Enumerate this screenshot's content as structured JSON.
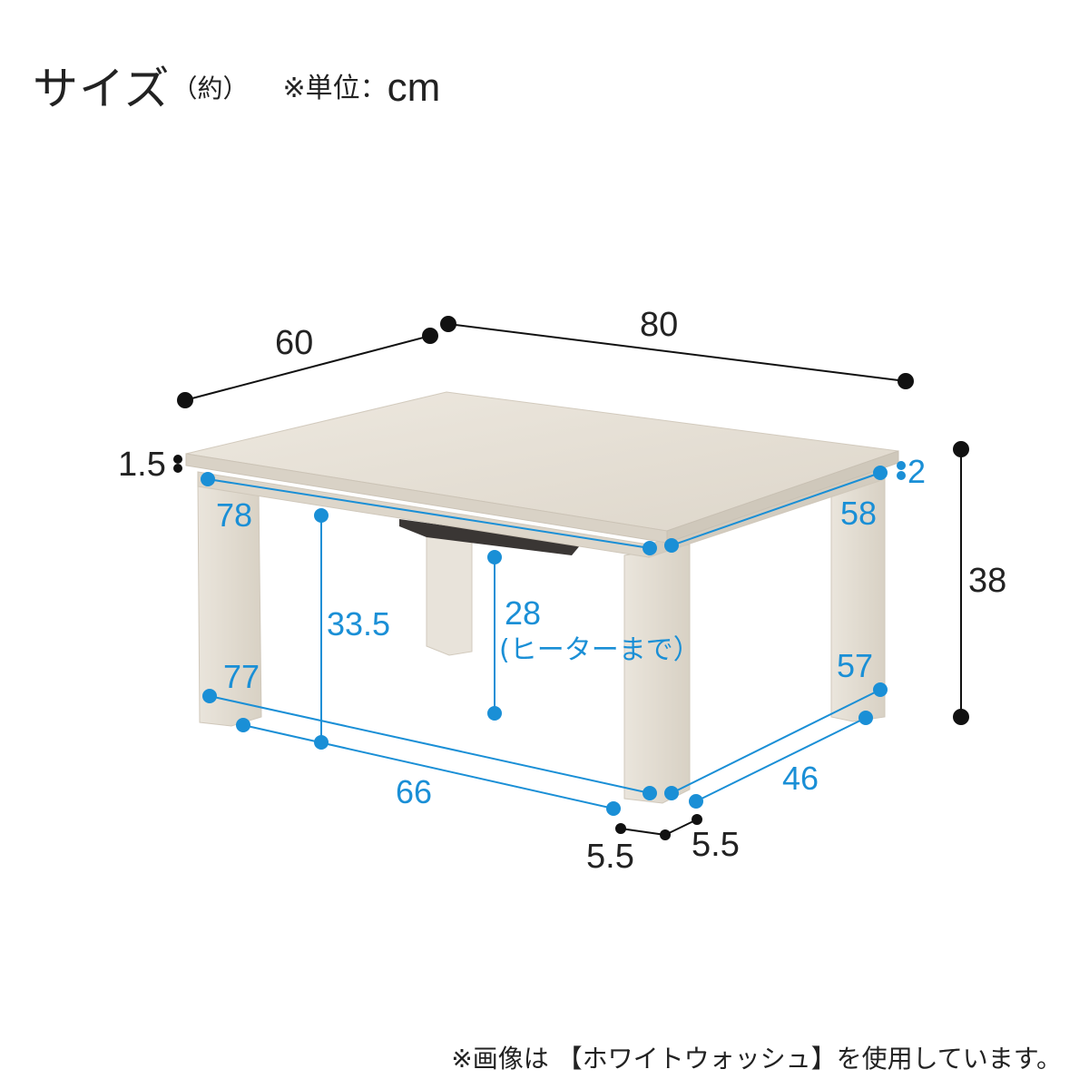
{
  "header": {
    "title": "サイズ",
    "approx": "（約）",
    "unit_prefix": "※単位：",
    "unit": "cm"
  },
  "dimensions": {
    "depth_top": "60",
    "width_top": "80",
    "top_thickness": "1.5",
    "frame_thickness": "2",
    "height": "38",
    "inner_front_top": "78",
    "inner_side_top": "58",
    "inner_front_bottom": "77",
    "inner_side_bottom": "57",
    "leg_span_front": "66",
    "leg_span_side": "46",
    "clearance_height": "33.5",
    "heater_height": "28",
    "heater_note": "(ヒーターまで）",
    "leg_width_a": "5.5",
    "leg_width_b": "5.5"
  },
  "footer": {
    "note": "※画像は 【ホワイトウォッシュ】を使用しています。"
  },
  "colors": {
    "dimension_blue": "#1a8fd6",
    "dimension_black": "#111111",
    "wood": "#e6e0d6"
  }
}
